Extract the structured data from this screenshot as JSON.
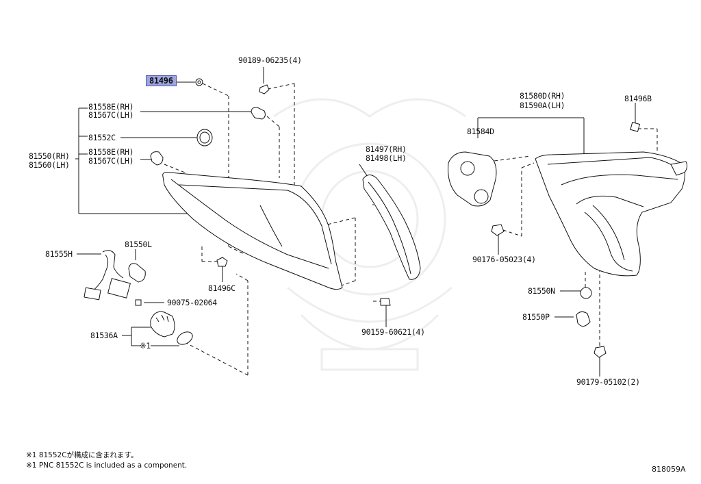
{
  "labels": {
    "p81496": "81496",
    "p90189": "90189-06235(4)",
    "p81558e_a": "81558E(RH)",
    "p81567c_a": "81567C(LH)",
    "p81552c": "81552C",
    "p81550rh": "81550(RH)",
    "p81560lh": "81560(LH)",
    "p81558e_b": "81558E(RH)",
    "p81567c_b": "81567C(LH)",
    "p81555h": "81555H",
    "p81550l": "81550L",
    "p81496c": "81496C",
    "p90075": "90075-02064",
    "p81536a": "81536A",
    "pnote1": "※1",
    "p81497": "81497(RH)",
    "p81498": "81498(LH)",
    "p90159": "90159-60621(4)",
    "p81580d": "81580D(RH)",
    "p81590a": "81590A(LH)",
    "p81584d": "81584D",
    "p81496b": "81496B",
    "p90176": "90176-05023(4)",
    "p81550n": "81550N",
    "p81550p": "81550P",
    "p90179": "90179-05102(2)"
  },
  "footnotes": {
    "jp": "※1 81552Cが構成に含まれます。",
    "en": "※1 PNC 81552C is included as a component."
  },
  "diagram_code": "818059A"
}
